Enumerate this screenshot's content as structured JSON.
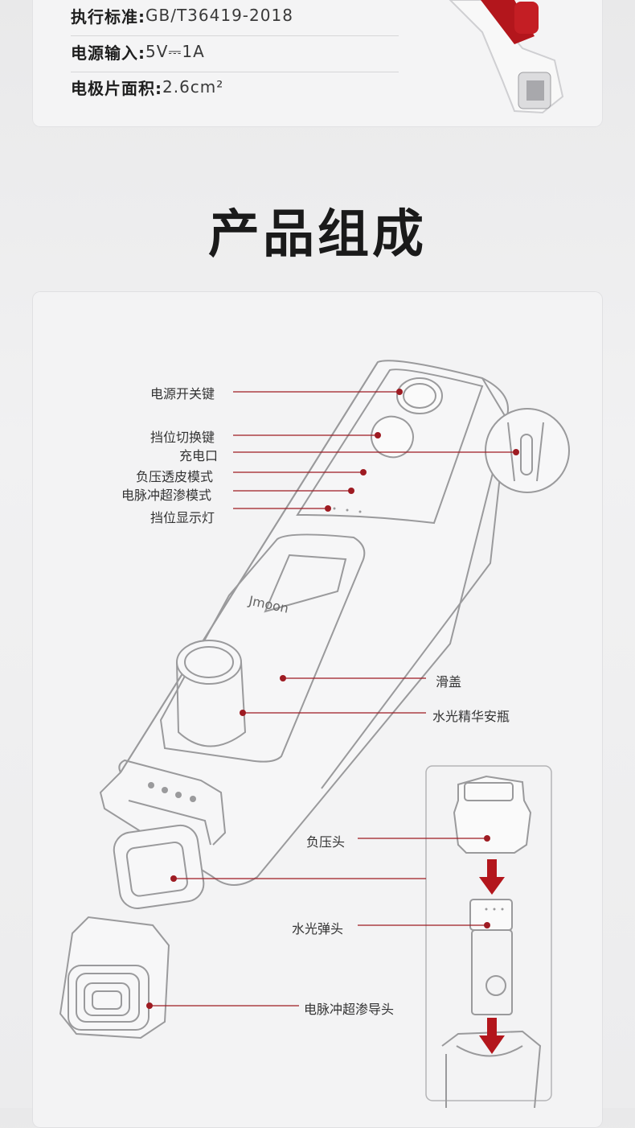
{
  "specs": [
    {
      "key": "执行标准:",
      "value": "GB/T36419-2018"
    },
    {
      "key": "电源输入:",
      "value": "5V⎓1A"
    },
    {
      "key": "电极片面积:",
      "value": "2.6cm²"
    }
  ],
  "section_title": "产品组成",
  "brand": "Jmoon",
  "labels": {
    "power_key": "电源开关键",
    "mode_switch_key": "挡位切换键",
    "charge_port": "充电口",
    "negative_pressure_mode": "负压透皮模式",
    "pulse_mode": "电脉冲超渗模式",
    "level_light": "挡位显示灯",
    "slide_cover": "滑盖",
    "ampoule": "水光精华安瓶",
    "negative_head": "负压头",
    "water_head": "水光弹头",
    "pulse_head": "电脉冲超渗导头"
  },
  "colors": {
    "accent": "#9e1b22",
    "line": "#9a9a9c"
  }
}
